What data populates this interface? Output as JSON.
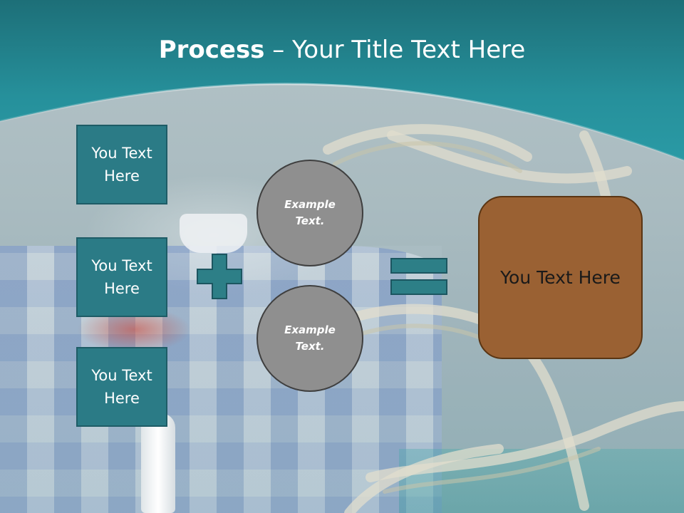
{
  "title": {
    "bold": "Process",
    "rest": " – Your Title Text Here"
  },
  "inputs": [
    {
      "text": "You Text Here"
    },
    {
      "text": "You Text Here"
    },
    {
      "text": "You Text Here"
    }
  ],
  "circles": [
    {
      "text": "Example Text."
    },
    {
      "text": "Example Text."
    }
  ],
  "result": {
    "text": "You Text Here"
  },
  "colors": {
    "header_teal": "#21838f",
    "box_teal": "#2b7b86",
    "circle_gray": "#8f8f8f",
    "result_brown": "#9a6133",
    "operator_teal": "#2d7f87"
  }
}
